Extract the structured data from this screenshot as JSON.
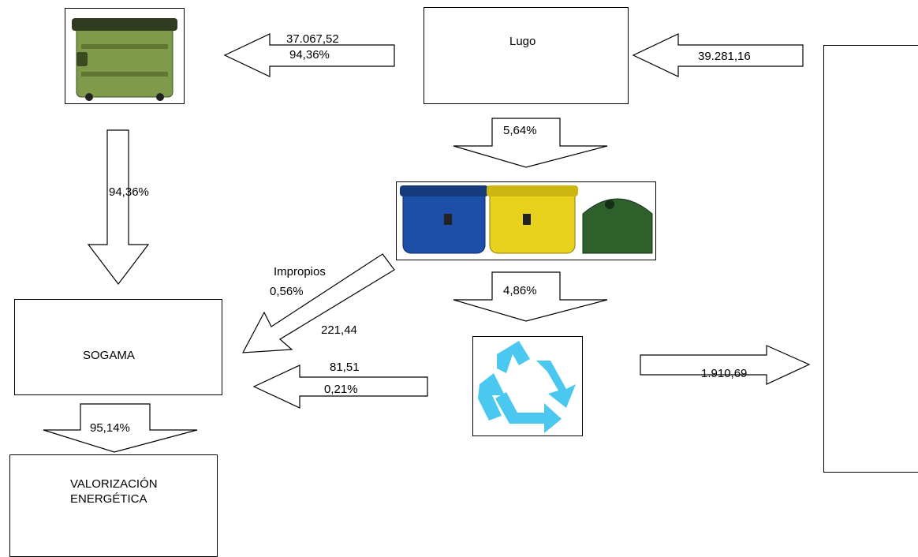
{
  "boxes": {
    "lugo": "Lugo",
    "sogama": "SOGAMA",
    "valorizacion_line1": "VALORIZACIÓN",
    "valorizacion_line2": "ENERGÉTICA"
  },
  "flows": {
    "lugo_to_container_value": "37.067,52",
    "lugo_to_container_pct": "94,36%",
    "input_value": "39.281,16",
    "lugo_to_selective_pct": "5,64%",
    "container_to_sogama_pct": "94,36%",
    "impropios_label": "Impropios",
    "impropios_pct": "0,56%",
    "impropios_value": "221,44",
    "selective_to_recycling_pct": "4,86%",
    "recycling_to_sogama_value": "81,51",
    "recycling_to_sogama_pct": "0,21%",
    "recycling_out_value": "1.910,69",
    "sogama_to_valorizacion_pct": "95,14%"
  },
  "images": {
    "green_container": "green-waste-container",
    "selective_containers": "blue-yellow-green-containers",
    "recycling": "recycling-symbol"
  },
  "colors": {
    "green_container": "#7f9a4a",
    "blue_container": "#1d4fa8",
    "yellow_container": "#e8d21e",
    "glass_container": "#2f5f2a",
    "recycle": "#4ac8f0"
  }
}
